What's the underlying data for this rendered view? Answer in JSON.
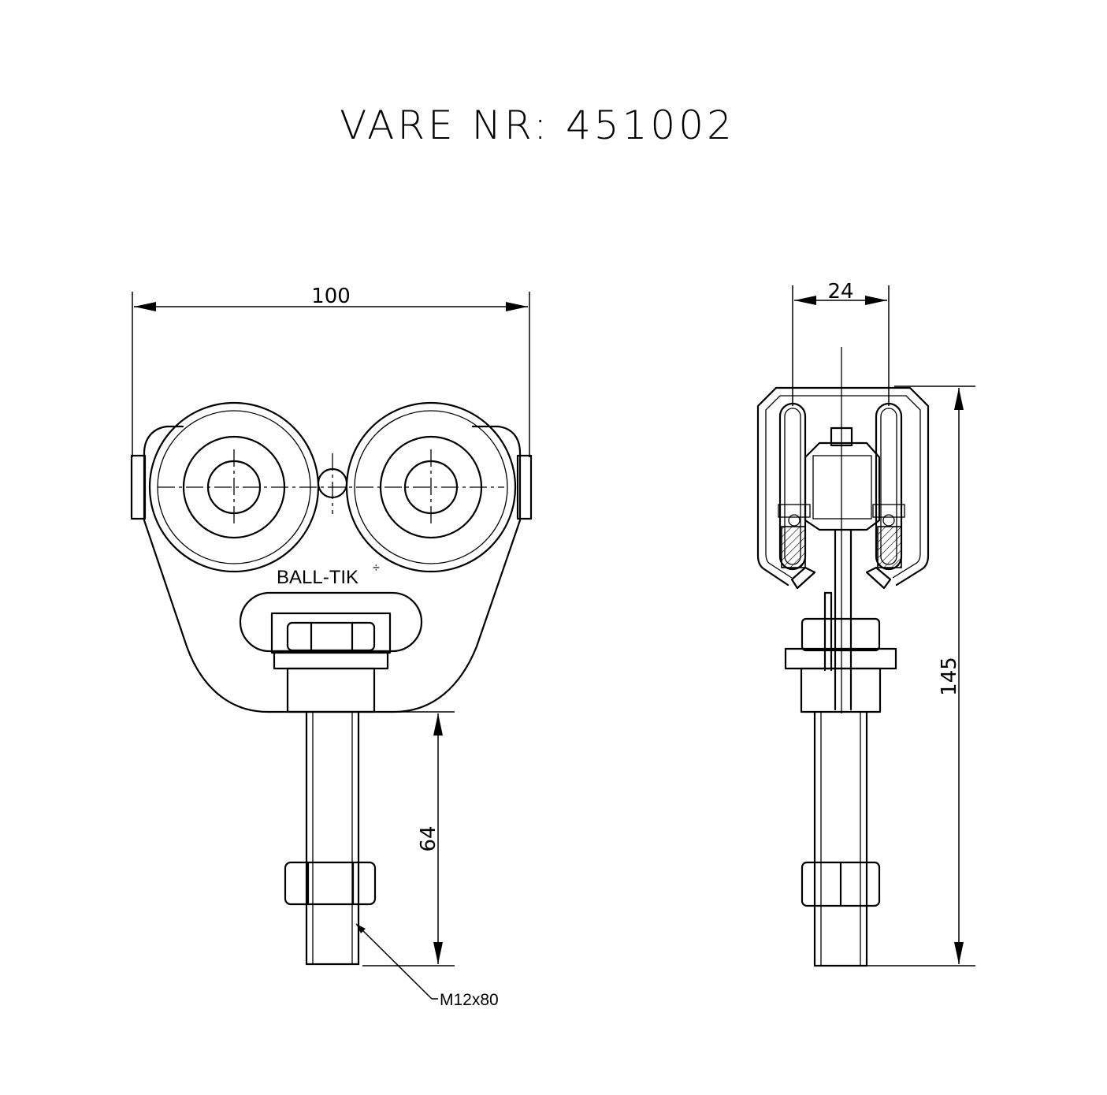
{
  "drawing": {
    "title": "VARE NR: 451002",
    "brand_label": "BALL-TIK",
    "brand_mark": "÷",
    "dimensions": {
      "overall_width": "100",
      "side_width": "24",
      "overall_height": "145",
      "thread_length": "64"
    },
    "callout": {
      "bolt_spec": "M12x80"
    }
  }
}
